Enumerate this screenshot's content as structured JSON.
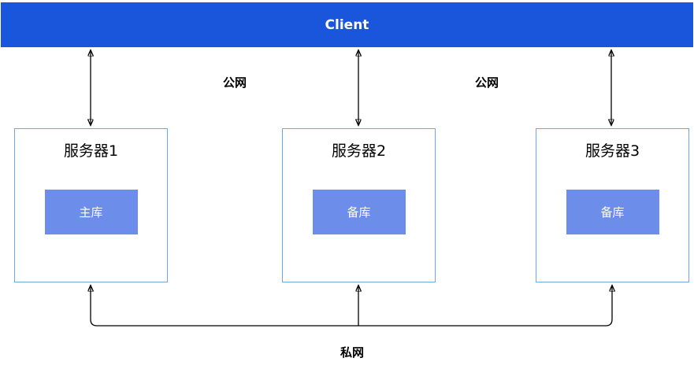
{
  "diagram": {
    "client": {
      "label": "Client"
    },
    "network_labels": {
      "public_left": "公网",
      "public_right": "公网",
      "private": "私网"
    },
    "servers": [
      {
        "title": "服务器1",
        "db": "主库"
      },
      {
        "title": "服务器2",
        "db": "备库"
      },
      {
        "title": "服务器3",
        "db": "备库"
      }
    ],
    "colors": {
      "client_bar": "#1a56db",
      "db_box": "#6c8eea",
      "server_border": "#6ea8dc",
      "arrow": "#000000"
    }
  }
}
